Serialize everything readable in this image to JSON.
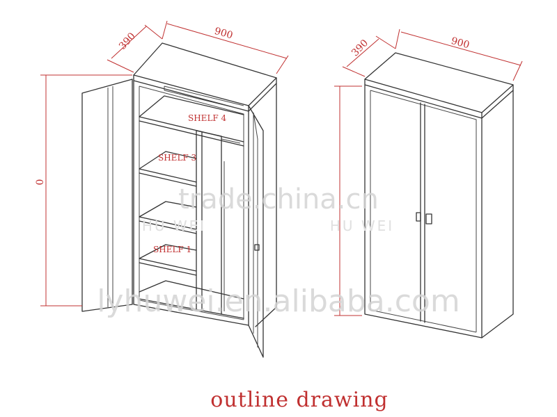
{
  "dimensions": {
    "left_depth": "390",
    "left_width": "900",
    "left_height": "0",
    "right_depth": "390",
    "right_width": "900"
  },
  "shelves": {
    "shelf4": "SHELF 4",
    "shelf3": "SHELF 3",
    "shelf1": "SHELF 1"
  },
  "watermarks": {
    "trade": "trade.china.cn",
    "site": "lyhuwei.en.alibaba.com",
    "brand_left": "HU WEI",
    "brand_right": "HU WEI"
  },
  "caption": "outline drawing",
  "colors": {
    "annotation": "#c03030",
    "line": "#333333",
    "watermark": "#d4d4d4"
  }
}
